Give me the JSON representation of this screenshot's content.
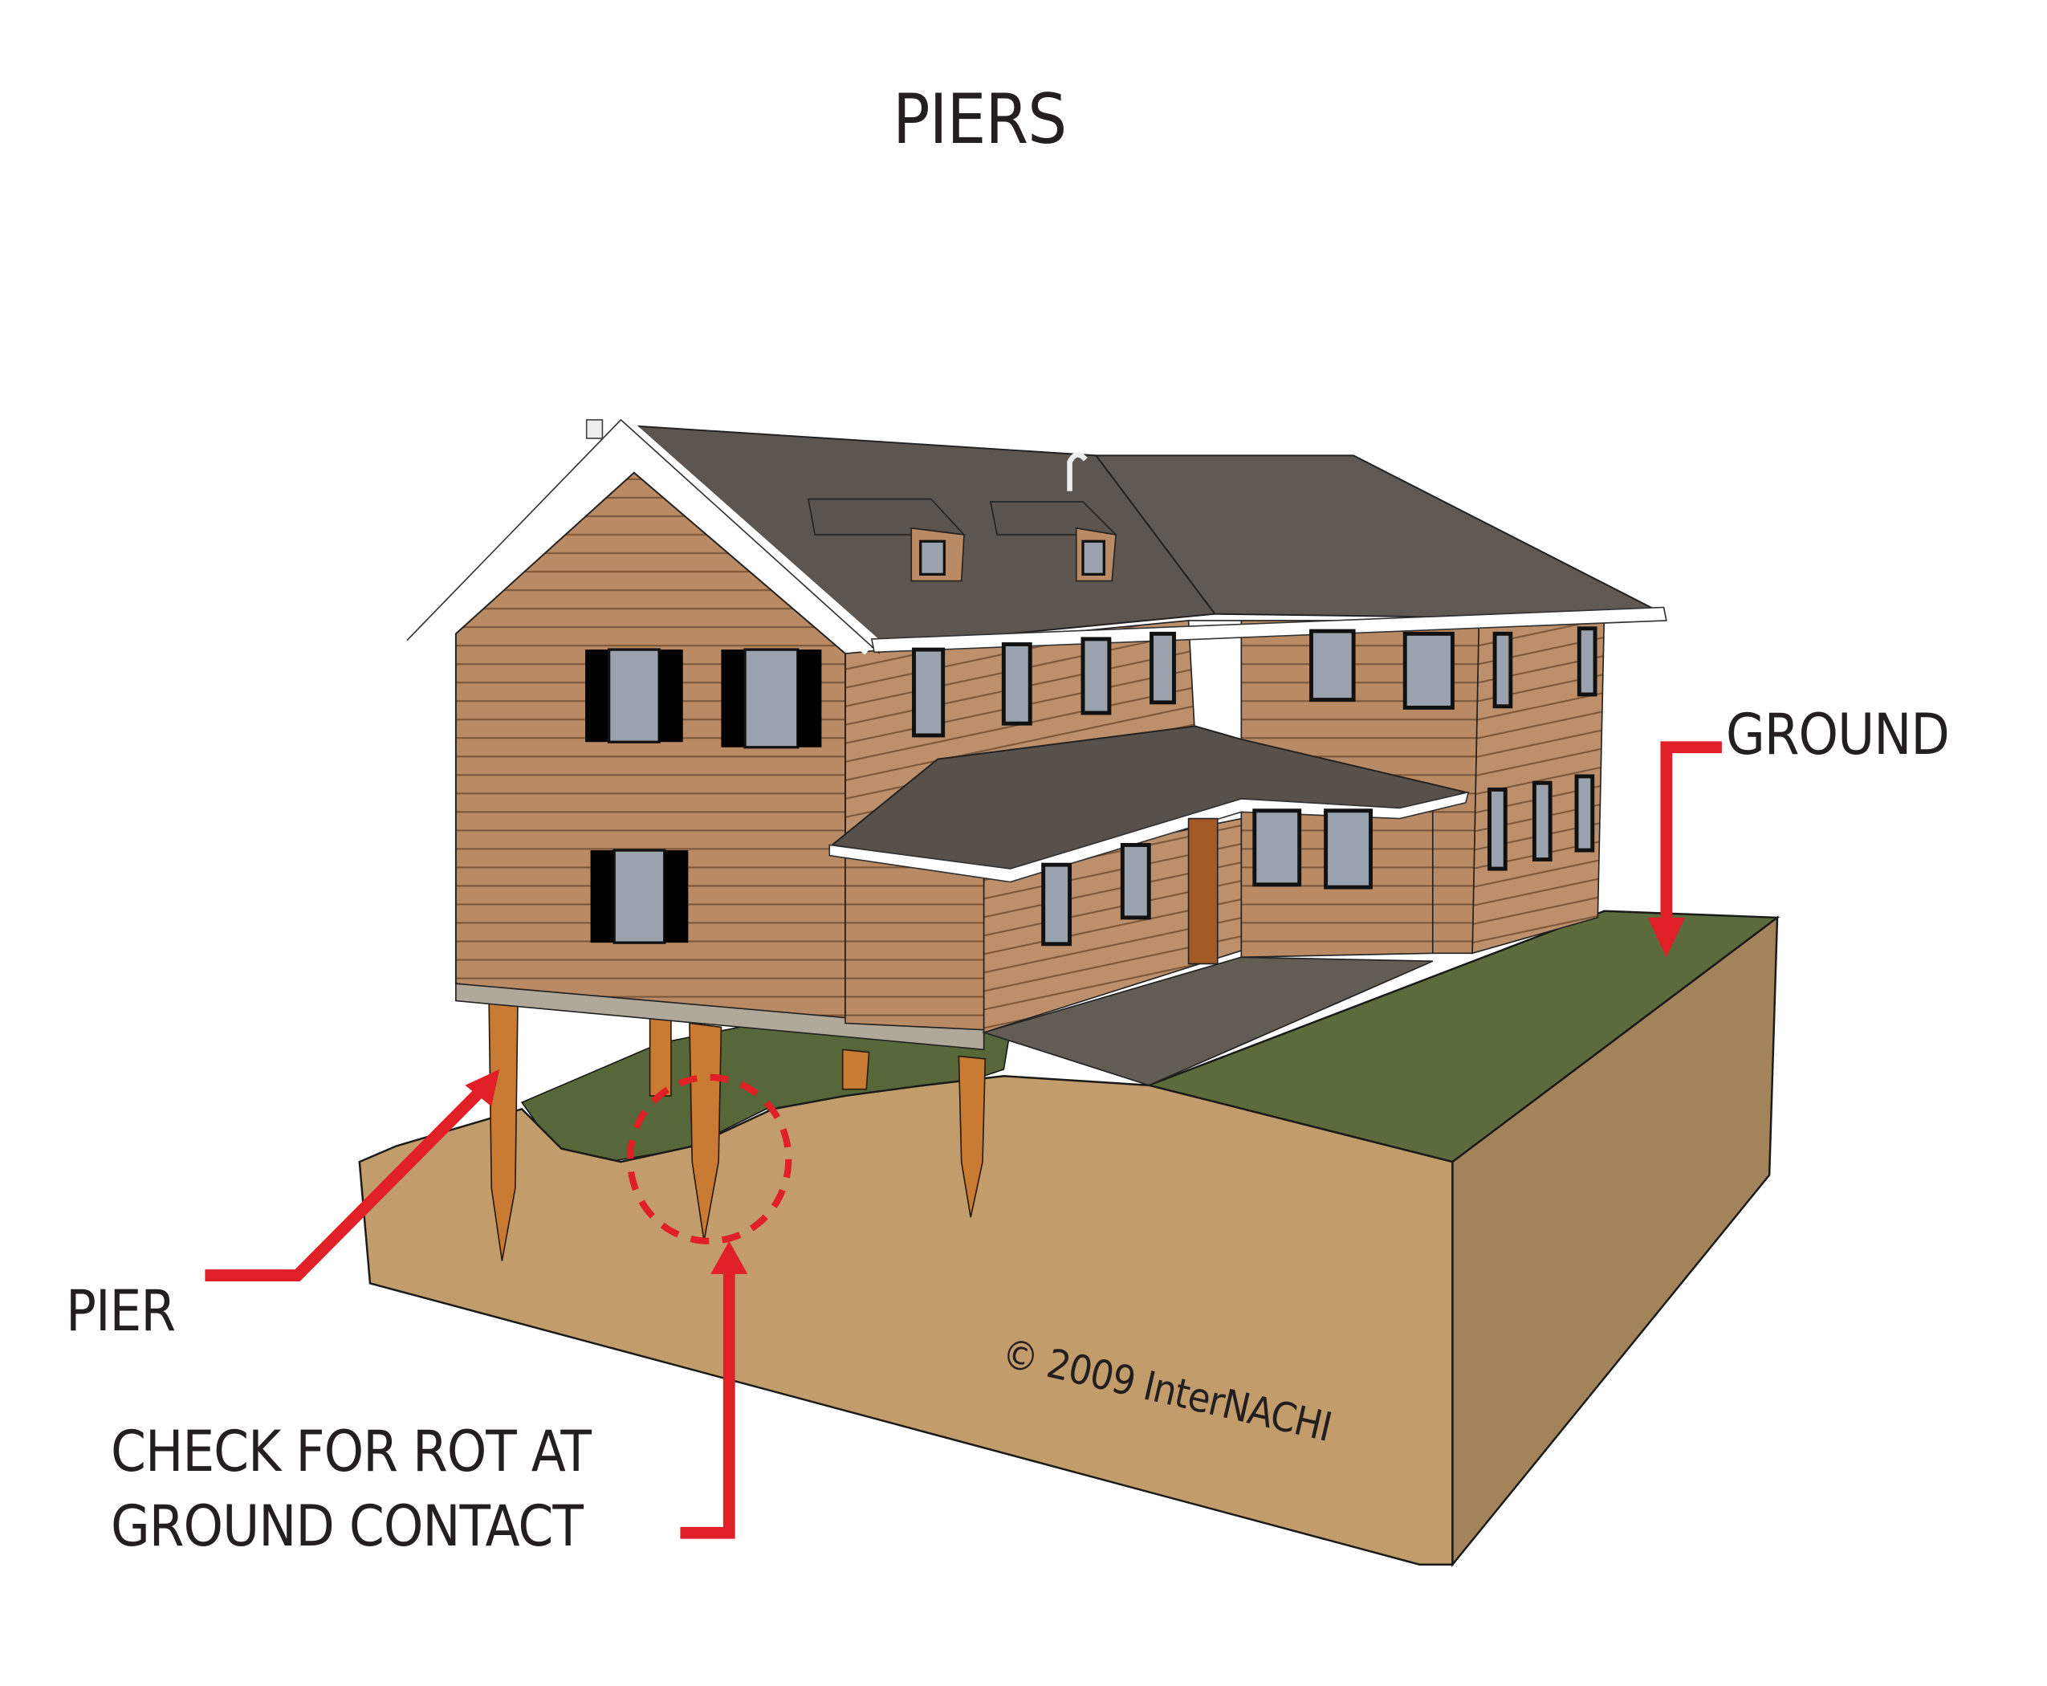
{
  "title": "PIERS",
  "labels": {
    "ground": "GROUND",
    "pier": "PIER",
    "check_line1": "CHECK FOR ROT AT",
    "check_line2": "GROUND CONTACT"
  },
  "copyright": "© 2009  InterNACHI",
  "colors": {
    "callout_red": "#e01f26",
    "siding": "#b98a64",
    "roof": "#5c5550",
    "trim": "#ffffff",
    "grass": "#5b6b3b",
    "soil_front": "#c29c6a",
    "soil_side": "#a3835a",
    "pier_wood": "#c97a33",
    "window_glass": "#9aa3ad",
    "door": "#a45a25",
    "text": "#231f20"
  },
  "annotations": [
    {
      "label": "GROUND",
      "points_to": "grass surface"
    },
    {
      "label": "PIER",
      "points_to": "wood pier post"
    },
    {
      "label": "CHECK FOR ROT AT GROUND CONTACT",
      "points_to": "dashed circle at pier base"
    }
  ]
}
